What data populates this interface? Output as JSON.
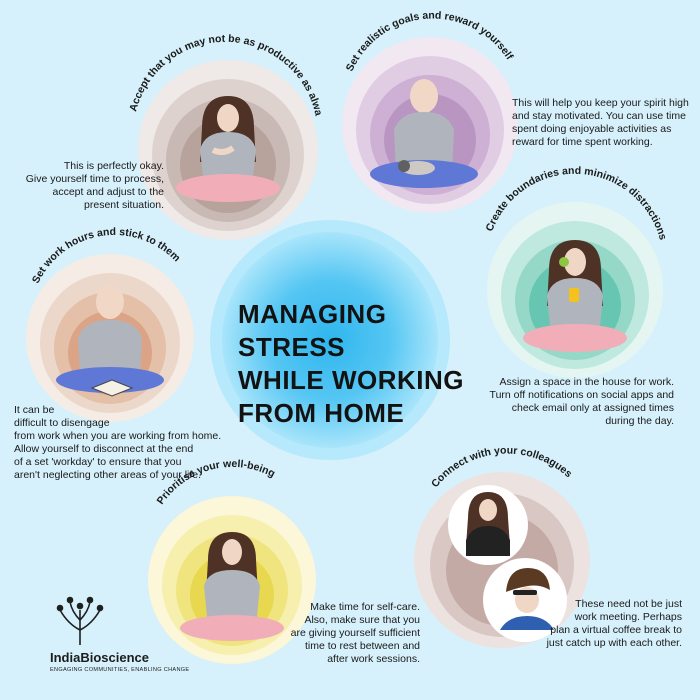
{
  "title": "MANAGING STRESS WHILE WORKING FROM HOME",
  "tips": [
    {
      "heading": "Accept that you may not be as productive as always",
      "body": [
        "This is perfectly okay.",
        "Give yourself time to process,",
        "accept and adjust to the",
        "present situation."
      ]
    },
    {
      "heading": "Set realistic goals and reward yourself",
      "body": [
        "This will help you keep your spirit high",
        "and stay motivated. You can use time",
        "spent  doing  enjoyable activities as",
        "reward for time spent working."
      ]
    },
    {
      "heading": "Set work hours and stick to them",
      "body": [
        "It can be",
        "difficult to disengage",
        "from work when you are working from home.",
        "Allow yourself to disconnect at the end",
        "of a set  'workday' to ensure that you",
        "aren't neglecting other areas of your life."
      ]
    },
    {
      "heading": "Create boundaries and minimize distractions",
      "body": [
        "Assign a space in the house for work.",
        "Turn off notifications on social apps and",
        "check email only at assigned times",
        "during the day."
      ]
    },
    {
      "heading": "Prioritise your well-being",
      "body": [
        "Make time for self-care.",
        "Also, make sure that you",
        "are giving yourself sufficient",
        "time to rest between and",
        "after work sessions."
      ]
    },
    {
      "heading": "Connect with your colleagues",
      "body": [
        "These need not be just",
        "work meeting. Perhaps",
        "plan a virtual coffee break to",
        "just catch up with each other."
      ]
    }
  ],
  "logo": {
    "name": "IndiaBioscience",
    "tagline": "ENGAGING COMMUNITIES, ENABLING CHANGE"
  },
  "icons": [
    "meditating-woman-icon",
    "man-with-cat-icon",
    "man-with-book-icon",
    "woman-with-phone-icon",
    "woman-meditating-icon",
    "video-call-icon",
    "tree-logo-icon"
  ],
  "colors": {
    "background": "#d6f1fb",
    "center_circle": "#5fcdf6",
    "tip1_ring": "#d7ccc8",
    "tip2_ring": "#d8c2dd",
    "tip3_ring": "#ead3c4",
    "tip4_ring": "#9fd9cc",
    "tip5_ring": "#f2ea9c",
    "tip6_ring": "#d8c6c2"
  }
}
